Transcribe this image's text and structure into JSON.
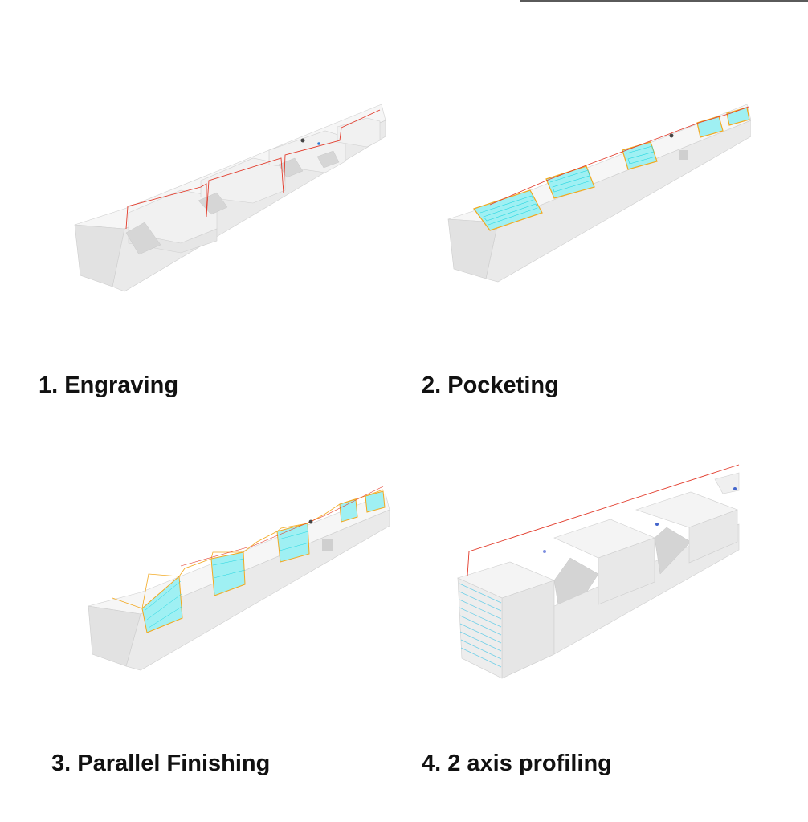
{
  "panels": [
    {
      "id": "engraving",
      "caption": "1. Engraving",
      "toolpath_color": "#e23a2a"
    },
    {
      "id": "pocketing",
      "caption": "2. Pocketing",
      "toolpath_color": "#22d6e0",
      "boundary_color": "#f2a81f"
    },
    {
      "id": "parallel-finishing",
      "caption": "3. Parallel Finishing",
      "toolpath_color": "#22d6e0",
      "boundary_color": "#f2a81f"
    },
    {
      "id": "two-axis-profiling",
      "caption": "4. 2 axis profiling",
      "toolpath_color": "#6ecfe8",
      "rapid_color": "#e23a2a"
    }
  ],
  "colors": {
    "face_top": "#f6f6f6",
    "face_front": "#eaeaea",
    "face_side": "#dedede",
    "slot_floor": "#d2d2d2",
    "edge": "#c4c4c4"
  }
}
